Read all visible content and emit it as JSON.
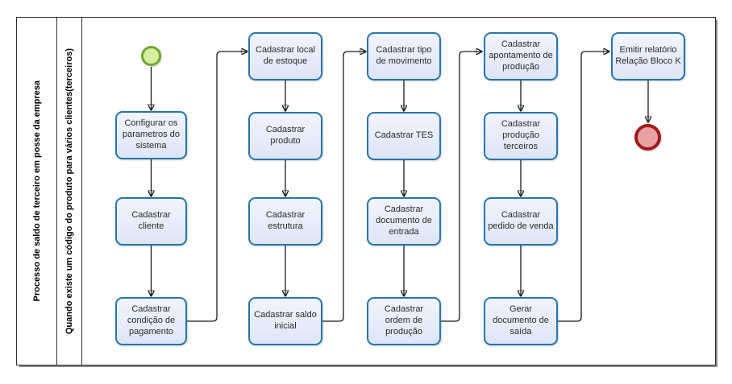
{
  "diagram": {
    "pool_title": "Processo de saldo de terceiro em posse da empresa",
    "lane_title": "Quando existe um código do produto para vários clientes(terceiros)"
  },
  "events": {
    "start": {
      "type": "start-event"
    },
    "end": {
      "type": "end-event"
    }
  },
  "tasks": [
    {
      "id": "configurar-parametros",
      "label": "Configurar os parametros do sistema"
    },
    {
      "id": "cadastrar-cliente",
      "label": "Cadastrar cliente"
    },
    {
      "id": "cadastrar-condicao",
      "label": "Cadastrar condição de pagamento"
    },
    {
      "id": "cadastrar-local-estoque",
      "label": "Cadastrar local de estoque"
    },
    {
      "id": "cadastrar-produto",
      "label": "Cadastrar produto"
    },
    {
      "id": "cadastrar-estrutura",
      "label": "Cadastrar estrutura"
    },
    {
      "id": "cadastrar-saldo-inicial",
      "label": "Cadastrar saldo inicial"
    },
    {
      "id": "cadastrar-tipo-movimento",
      "label": "Cadastrar tipo de movimento"
    },
    {
      "id": "cadastrar-tes",
      "label": "Cadastrar TES"
    },
    {
      "id": "cadastrar-doc-entrada",
      "label": "Cadastrar documento de entrada"
    },
    {
      "id": "cadastrar-ordem-producao",
      "label": "Cadastrar ordem de produção"
    },
    {
      "id": "cadastrar-apontamento",
      "label": "Cadastrar apontamento de produção"
    },
    {
      "id": "cadastrar-producao-terceiros",
      "label": "Cadastrar produção terceiros"
    },
    {
      "id": "cadastrar-pedido-venda",
      "label": "Cadastrar pedido de venda"
    },
    {
      "id": "gerar-doc-saida",
      "label": "Gerar documento de saída"
    },
    {
      "id": "emitir-relatorio-bloco-k",
      "label": "Emitir relatório Relação Bloco K"
    }
  ],
  "colors": {
    "task_border": "#2576ab",
    "task_fill": "#e6ecfa",
    "start_border": "#71a630",
    "start_fill": "#d7ee9c",
    "end_border": "#a31818",
    "end_fill": "#e9a2a2",
    "flow_line": "#1a1a1a",
    "pool_border": "#2f2f2f",
    "pool_shadow": "#8a8a8a"
  }
}
